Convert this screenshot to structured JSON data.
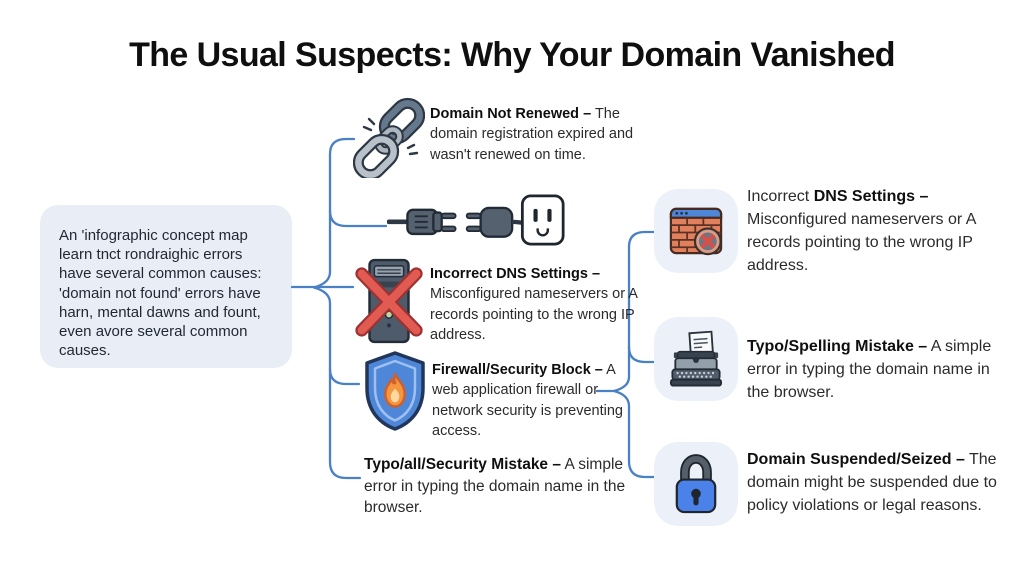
{
  "title": "The Usual Suspects: Why Your Domain Vanished",
  "colors": {
    "background": "#ffffff",
    "connector_blue": "#4a80c4",
    "intro_box_bg": "#e9eef6",
    "tile_bg": "#ecf1f9",
    "title_text": "#0f0f0f",
    "body_text": "#2b2b2b",
    "shield_blue": "#4e86d8",
    "flame_orange": "#f5953f",
    "error_red": "#e15b52",
    "brick_orange": "#e2805b",
    "lock_blue": "#4b82ea"
  },
  "intro_box": {
    "text": "An 'infographic concept map learn tnct rondraighic errors have several common causes: 'domain not found' errors have harn, mental dawns and fount, even avore several common causes."
  },
  "middle_items": [
    {
      "icon": "broken-chain-icon",
      "title": "Domain Not Renewed",
      "dash": "–",
      "description": "The domain registration expired and wasn't renewed on time."
    },
    {
      "icon": "unplugged-power-icon",
      "title": "",
      "dash": "",
      "description": ""
    },
    {
      "icon": "server-error-icon",
      "title": "Incorrect DNS Settings",
      "dash": "–",
      "description": "Misconfigured nameservers or A records pointing to the wrong IP address."
    },
    {
      "icon": "firewall-shield-icon",
      "title": "Firewall/Security Block",
      "dash": "–",
      "description": "A web application firewall or network security is preventing access."
    },
    {
      "icon": "",
      "title": "Typo/all/Security Mistake",
      "dash": "–",
      "description": "A simple error in typing the domain name in the browser."
    }
  ],
  "right_items": [
    {
      "icon": "firewall-brick-icon",
      "title_prefix": "Incorrect",
      "title_bold": "DNS Settings",
      "dash": "–",
      "description": "Misconfigured nameservers or A records pointing to the wrong IP address."
    },
    {
      "icon": "typewriter-icon",
      "title_prefix": "",
      "title_bold": "Typo/Spelling Mistake",
      "dash": "–",
      "description": "A simple error in typing the domain name in the browser."
    },
    {
      "icon": "padlock-icon",
      "title_prefix": "",
      "title_bold": "Domain Suspended/Seized",
      "dash": "–",
      "description": "The domain might be suspended due to policy violations or legal reasons."
    }
  ]
}
